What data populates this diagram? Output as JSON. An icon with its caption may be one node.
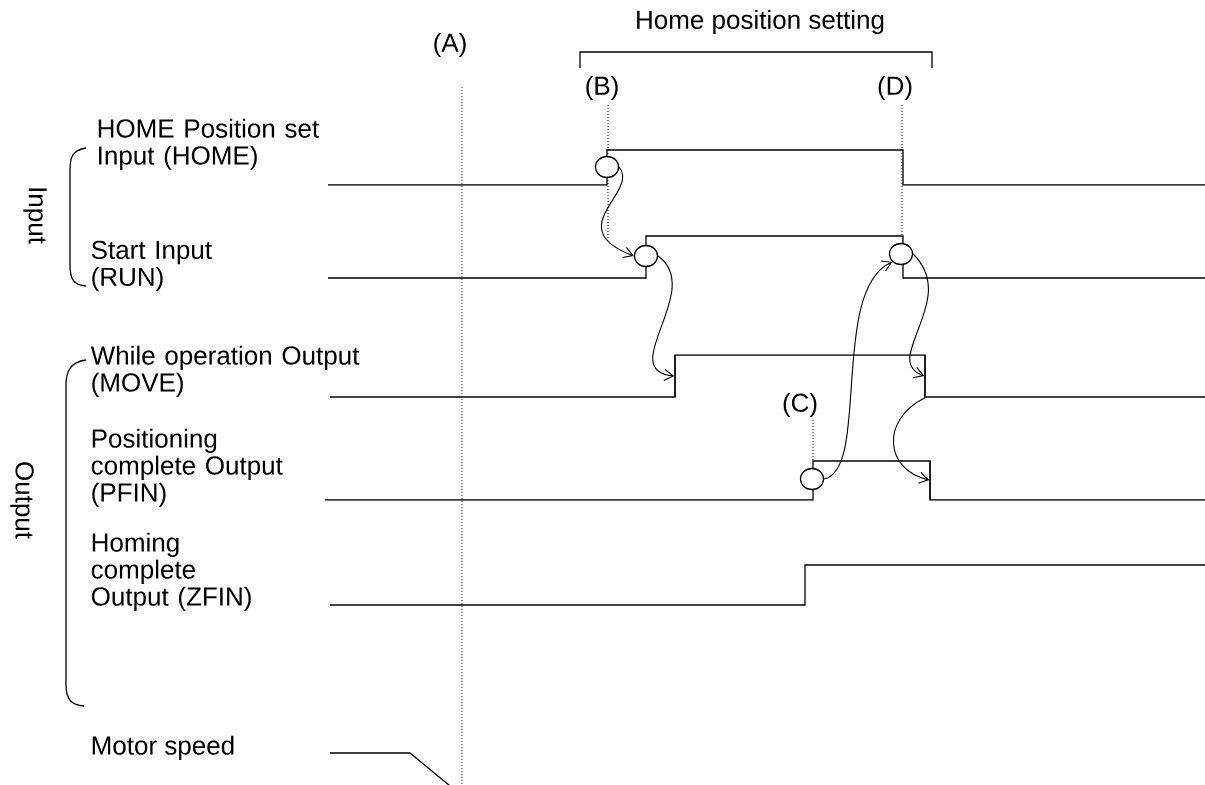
{
  "diagram": {
    "nodes": [
      {
        "text": [],
        "shape": "circle"
      },
      {
        "text": [],
        "shape": "circle"
      },
      {
        "text": [],
        "shape": "step"
      },
      {
        "text": [],
        "shape": "circle"
      },
      {
        "text": [],
        "shape": "step"
      },
      {
        "text": [],
        "shape": "circle"
      },
      {
        "text": [],
        "shape": "step"
      }
    ],
    "edges": [
      {
        "from": 0,
        "to": 1,
        "arrow": "to"
      },
      {
        "from": 1,
        "to": 2,
        "arrow": "to"
      },
      {
        "from": 5,
        "to": 3,
        "arrow": "to"
      },
      {
        "from": 3,
        "to": 4,
        "arrow": "to"
      },
      {
        "from": 4,
        "to": 6,
        "arrow": "to"
      }
    ],
    "labels": [
      "Home position setting",
      "(A)",
      "(B)",
      "(D)",
      "HOME Position set Input (HOME)",
      "Input",
      "Start Input (RUN)",
      "While operation Output (MOVE)",
      "(C)",
      "Output",
      "Positioning complete Output (PFIN)",
      "Homing complete Output (ZFIN)",
      "Motor speed"
    ]
  }
}
